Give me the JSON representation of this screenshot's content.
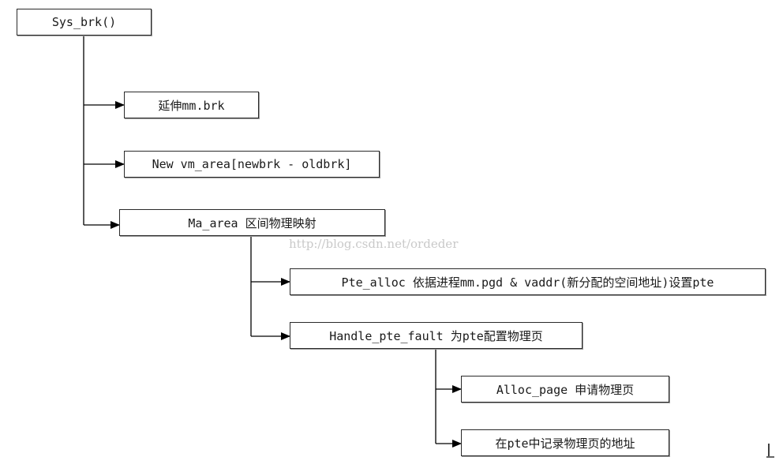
{
  "diagram": {
    "nodes": {
      "sys_brk": "Sys_brk()",
      "extend_brk": "延伸mm.brk",
      "new_vm_area": "New vm_area[newbrk - oldbrk]",
      "ma_area": "Ma_area 区间物理映射",
      "pte_alloc": "Pte_alloc 依据进程mm.pgd & vaddr(新分配的空间地址)设置pte",
      "handle_pte_fault": "Handle_pte_fault 为pte配置物理页",
      "alloc_page": "Alloc_page 申请物理页",
      "record_pte": "在pte中记录物理页的地址"
    },
    "watermark": "http://blog.csdn.net/ordeder",
    "cursor_icon": "text-cursor-icon",
    "colors": {
      "line": "#000000",
      "border": "#2a2a2a",
      "watermark": "#c9c9c9"
    }
  }
}
